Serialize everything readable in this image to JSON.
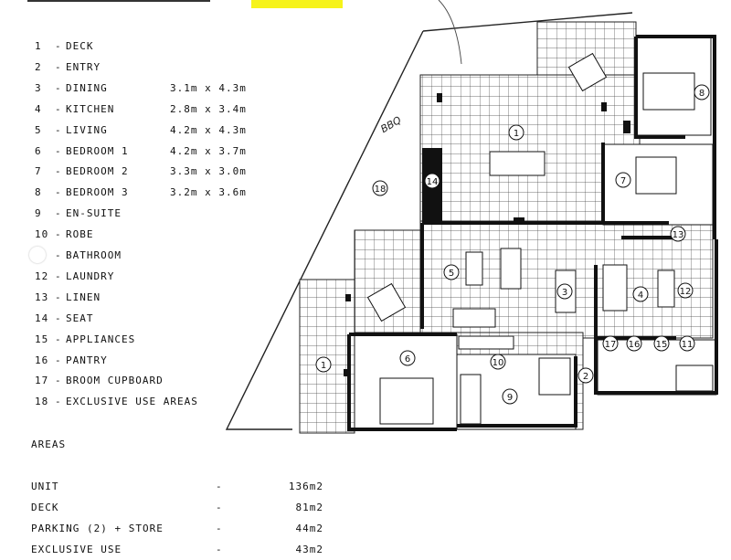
{
  "legend": [
    {
      "num": "1",
      "name": "DECK",
      "dims": ""
    },
    {
      "num": "2",
      "name": "ENTRY",
      "dims": ""
    },
    {
      "num": "3",
      "name": "DINING",
      "dims": "3.1m x 4.3m"
    },
    {
      "num": "4",
      "name": "KITCHEN",
      "dims": "2.8m x 3.4m"
    },
    {
      "num": "5",
      "name": "LIVING",
      "dims": "4.2m x 4.3m"
    },
    {
      "num": "6",
      "name": "BEDROOM 1",
      "dims": "4.2m x 3.7m"
    },
    {
      "num": "7",
      "name": "BEDROOM 2",
      "dims": "3.3m x 3.0m"
    },
    {
      "num": "8",
      "name": "BEDROOM 3",
      "dims": "3.2m x 3.6m"
    },
    {
      "num": "9",
      "name": "EN-SUITE",
      "dims": ""
    },
    {
      "num": "10",
      "name": "ROBE",
      "dims": ""
    },
    {
      "num": "",
      "name": "BATHROOM",
      "dims": ""
    },
    {
      "num": "12",
      "name": "LAUNDRY",
      "dims": ""
    },
    {
      "num": "13",
      "name": "LINEN",
      "dims": ""
    },
    {
      "num": "14",
      "name": "SEAT",
      "dims": ""
    },
    {
      "num": "15",
      "name": "APPLIANCES",
      "dims": ""
    },
    {
      "num": "16",
      "name": "PANTRY",
      "dims": ""
    },
    {
      "num": "17",
      "name": "BROOM CUPBOARD",
      "dims": ""
    },
    {
      "num": "18",
      "name": "EXCLUSIVE USE AREAS",
      "dims": ""
    }
  ],
  "areas": {
    "title": "AREAS",
    "rows": [
      {
        "name": "UNIT",
        "dash": "-",
        "value": "136m2"
      },
      {
        "name": "DECK",
        "dash": "-",
        "value": "81m2"
      },
      {
        "name": "PARKING (2) + STORE",
        "dash": "-",
        "value": "44m2"
      },
      {
        "name": "EXCLUSIVE USE",
        "dash": "-",
        "value": "43m2"
      }
    ]
  },
  "plan": {
    "annotation": "BBQ",
    "room_labels": [
      "1",
      "1",
      "2",
      "3",
      "4",
      "5",
      "6",
      "7",
      "8",
      "9",
      "10",
      "11",
      "12",
      "13",
      "14",
      "15",
      "16",
      "17",
      "18"
    ]
  }
}
